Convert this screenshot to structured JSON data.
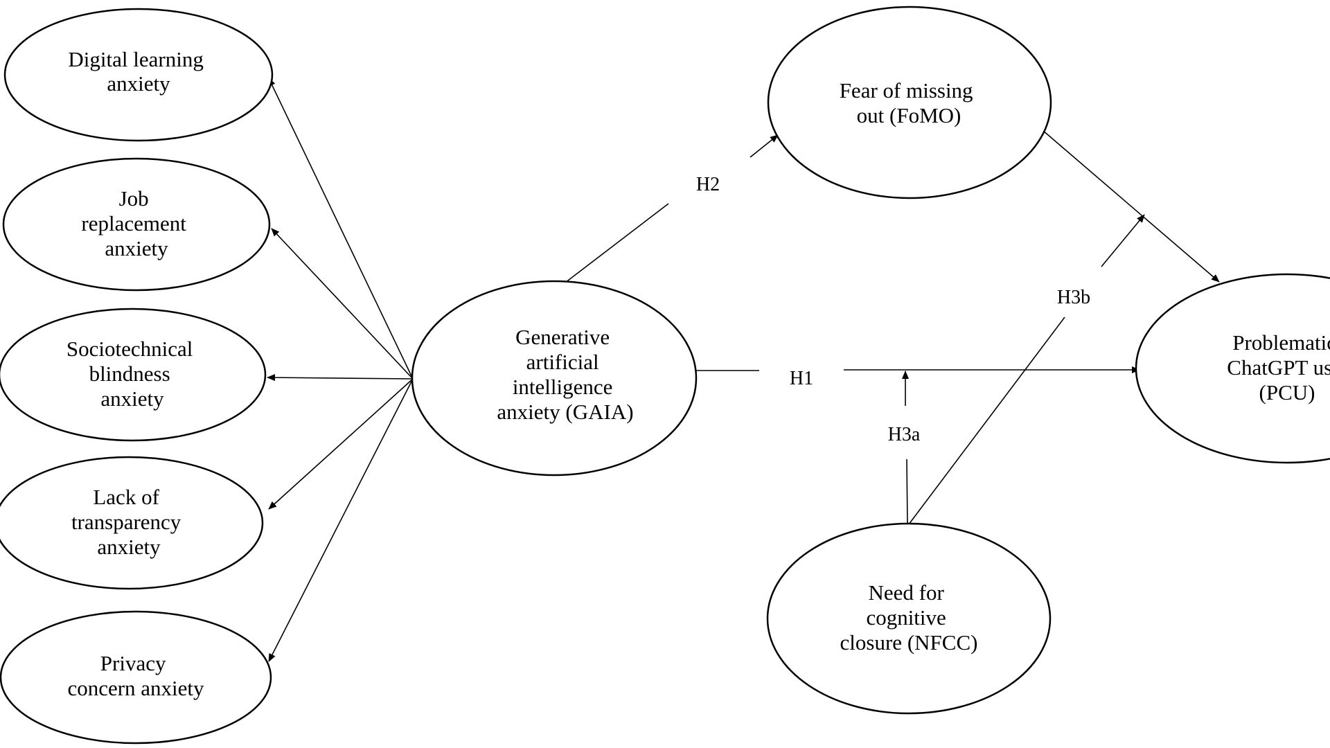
{
  "nodes": {
    "digital": {
      "lines": [
        "Digital learning",
        "anxiety"
      ]
    },
    "job": {
      "lines": [
        "Job",
        "replacement",
        "anxiety"
      ]
    },
    "socio": {
      "lines": [
        "Sociotechnical",
        "blindness",
        "anxiety"
      ]
    },
    "lack": {
      "lines": [
        "Lack of",
        "transparency",
        "anxiety"
      ]
    },
    "privacy": {
      "lines": [
        "Privacy",
        "concern anxiety"
      ]
    },
    "gaia": {
      "lines": [
        "Generative",
        "artificial",
        "intelligence",
        "anxiety (GAIA)"
      ]
    },
    "fomo": {
      "lines": [
        "Fear of missing",
        "out (FoMO)"
      ]
    },
    "pcu": {
      "lines": [
        "Problematic",
        "ChatGPT use",
        "(PCU)"
      ]
    },
    "nfcc": {
      "lines": [
        "Need for",
        "cognitive",
        "closure (NFCC)"
      ]
    }
  },
  "hypotheses": {
    "h1": "H1",
    "h2": "H2",
    "h3a": "H3a",
    "h3b": "H3b"
  }
}
